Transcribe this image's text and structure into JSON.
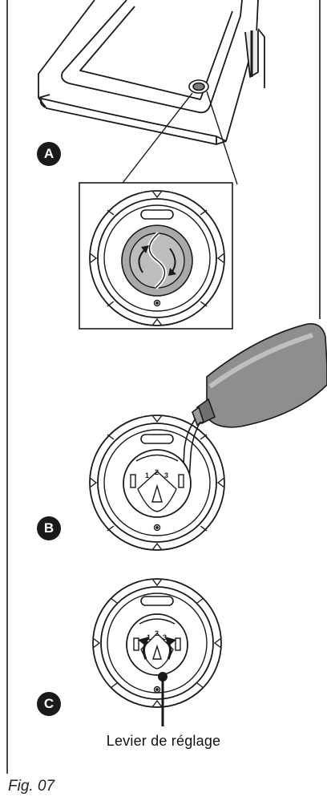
{
  "steps": [
    {
      "id": "A",
      "label": "A"
    },
    {
      "id": "B",
      "label": "B"
    },
    {
      "id": "C",
      "label": "C"
    }
  ],
  "dial_numbers": [
    "1",
    "2",
    "3"
  ],
  "lever_label": "Levier de réglage",
  "figure_label": "Fig. 07",
  "colors": {
    "line": "#1a1a1a",
    "cap_grey": "#a9a9a9",
    "bottle_grey": "#8e8e8e",
    "panel_grey": "#ececec"
  }
}
